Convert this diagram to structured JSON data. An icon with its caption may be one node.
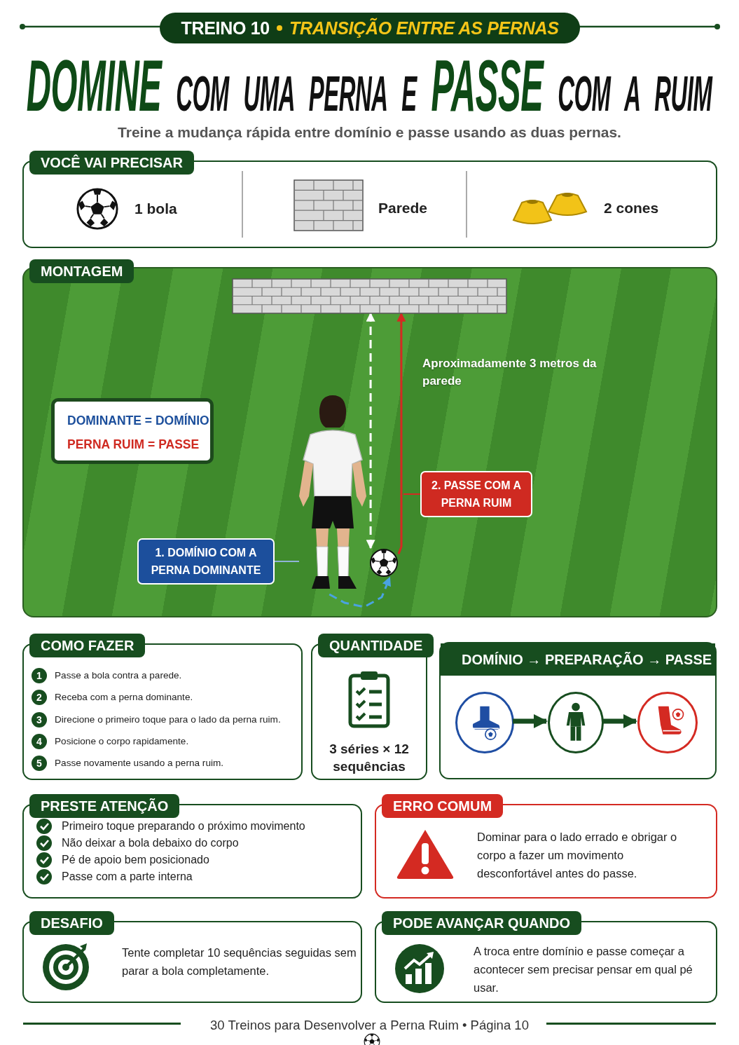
{
  "diagram": {
    "title": "**DOMINE** COM UMA PERNA E **PASSE** COM A RUIM",
    "nodes": [
      {
        "text": [
          "TREINO 10",
          "TRANSIÇÃO ENTRE AS PERNAS"
        ]
      },
      {
        "text": [
          "VOCÊ VAI PRECISAR",
          "1 bola",
          "Parede",
          "2 cones"
        ]
      },
      {
        "text": [
          "MONTAGEM"
        ]
      },
      {
        "text": [],
        "shape": "picture",
        "in": 2
      },
      {
        "text": [
          "DOMINANTE = DOMÍNIO",
          "PERNA RUIM = PASSE"
        ],
        "in": 2
      },
      {
        "text": [],
        "shape": "person",
        "in": 2
      },
      {
        "text": [
          "2. PASSE COM A PERNA RUIM"
        ],
        "in": 2
      },
      {
        "text": [
          "1. DOMÍNIO COM A PERNA DOMINANTE"
        ],
        "in": 2
      },
      {
        "text": [],
        "shape": "picture",
        "in": 2
      },
      {
        "text": [
          "COMO FAZER"
        ]
      },
      {
        "text": [
          "1"
        ],
        "in": 9,
        "beside": [
          "Passe a bola contra a parede."
        ]
      },
      {
        "text": [
          "2"
        ],
        "in": 9,
        "beside": [
          "Receba com a perna dominante."
        ]
      },
      {
        "text": [
          "3"
        ],
        "in": 9,
        "beside": [
          "Direcione o primeiro toque para o lado da perna ruim."
        ]
      },
      {
        "text": [
          "4"
        ],
        "in": 9,
        "beside": [
          "Posicione o corpo rapidamente."
        ]
      },
      {
        "text": [
          "5"
        ],
        "in": 9,
        "beside": [
          "Passe novamente usando a perna ruim."
        ]
      },
      {
        "text": [
          "QUANTIDADE",
          "3 séries × 12 sequências"
        ]
      },
      {
        "text": [
          "DOMÍNIO → PREPARAÇÃO → PASSE"
        ]
      },
      {
        "text": [],
        "shape": "circle",
        "in": 16
      },
      {
        "text": [],
        "shape": "circle",
        "in": 16
      },
      {
        "text": [],
        "shape": "circle",
        "in": 16
      },
      {
        "text": [
          "PRESTE ATENÇÃO",
          "Primeiro toque preparando o próximo movimento",
          "Não deixar a bola debaixo do corpo",
          "Pé de apoio bem posicionado",
          "Passe com a parte interna"
        ]
      },
      {
        "text": [
          "ERRO COMUM",
          "Dominar para o lado errado e obrigar o corpo a fazer um movimento desconfortável antes do passe."
        ]
      },
      {
        "text": [
          "DESAFIO",
          "Tente completar 10 sequências seguidas sem parar a bola completamente."
        ]
      },
      {
        "text": [
          "PODE AVANÇAR QUANDO",
          "A troca entre domínio e passe começar a acontecer sem precisar pensar em qual pé usar."
        ]
      }
    ],
    "edges": [
      {
        "from": 8,
        "to": 3,
        "arrow": "both",
        "style": "dashed",
        "color": "#ffffff"
      },
      {
        "from": 8,
        "to": 3,
        "arrow": "to",
        "color": "#d42a22"
      },
      {
        "from": 6,
        "to": null,
        "arrow": "none",
        "color": "#d42a22"
      },
      {
        "from": 7,
        "to": 5,
        "arrow": "none",
        "color": "#8fb3d6"
      },
      {
        "from": 17,
        "to": 18,
        "arrow": "to",
        "style": "thick",
        "color": "#174d1f"
      },
      {
        "from": 18,
        "to": 19,
        "arrow": "to",
        "style": "thick",
        "color": "#174d1f"
      },
      {
        "from": 5,
        "to": 8,
        "arrow": "to",
        "style": "dashed",
        "color": "#4aa3e0"
      }
    ],
    "labels": [
      "Treine a mudança rápida entre domínio e passe usando as duas pernas.",
      "Aproximadamente 3 metros da parede",
      "30 Treinos para Desenvolver a Perna Ruim • Página 10"
    ]
  }
}
